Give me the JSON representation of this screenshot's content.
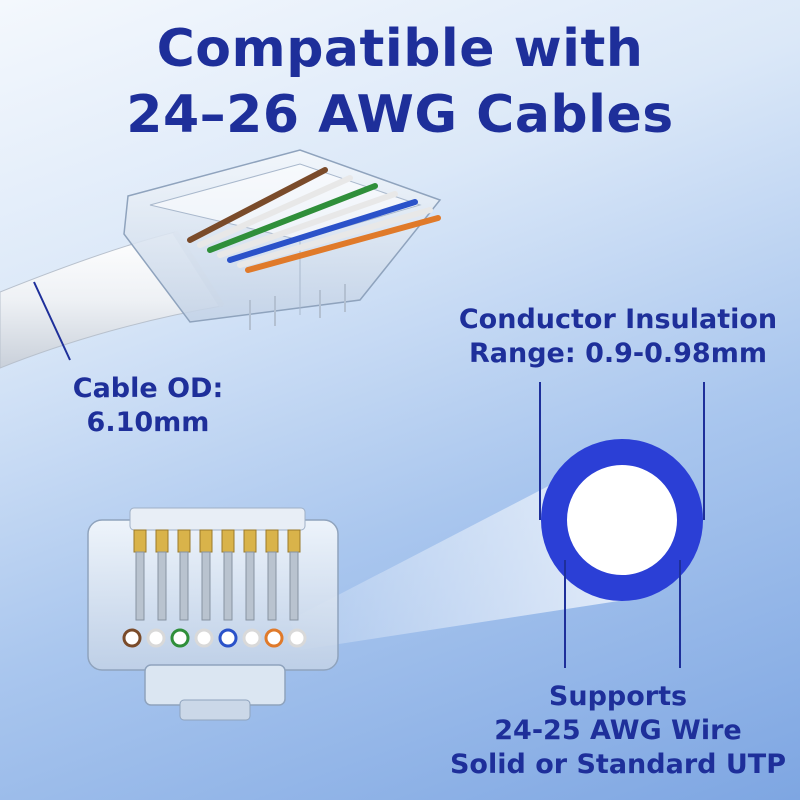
{
  "headline": {
    "line1": "Compatible with",
    "line2": "24–26 AWG Cables"
  },
  "cable_od": {
    "label_line1": "Cable OD:",
    "label_line2": "6.10mm"
  },
  "conductor_insulation": {
    "label_line1": "Conductor Insulation",
    "label_line2": "Range: 0.9-0.98mm"
  },
  "wire_support": {
    "label_line1": "Supports",
    "label_line2": "24-25 AWG Wire",
    "label_line3": "Solid or Standard UTP"
  },
  "colors": {
    "text_blue": "#1e2f9a",
    "ring_blue": "#2b3fd6",
    "conductor_white": "#ffffff"
  }
}
